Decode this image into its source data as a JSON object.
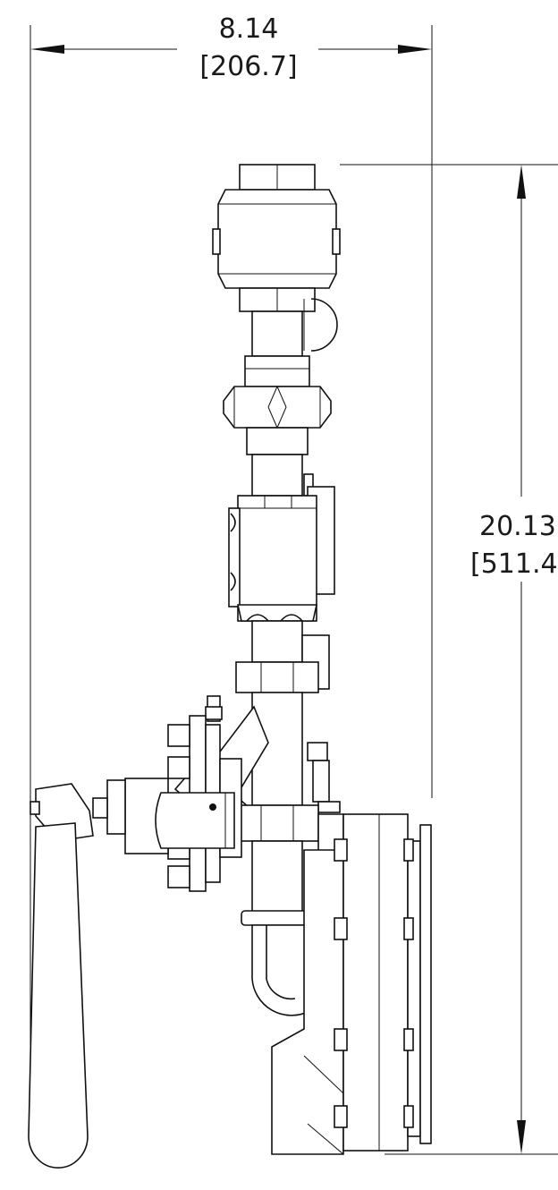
{
  "dimensions": {
    "width_in": "8.14",
    "width_mm": "[206.7]",
    "height_in": "20.13",
    "height_mm": "[511.4"
  }
}
